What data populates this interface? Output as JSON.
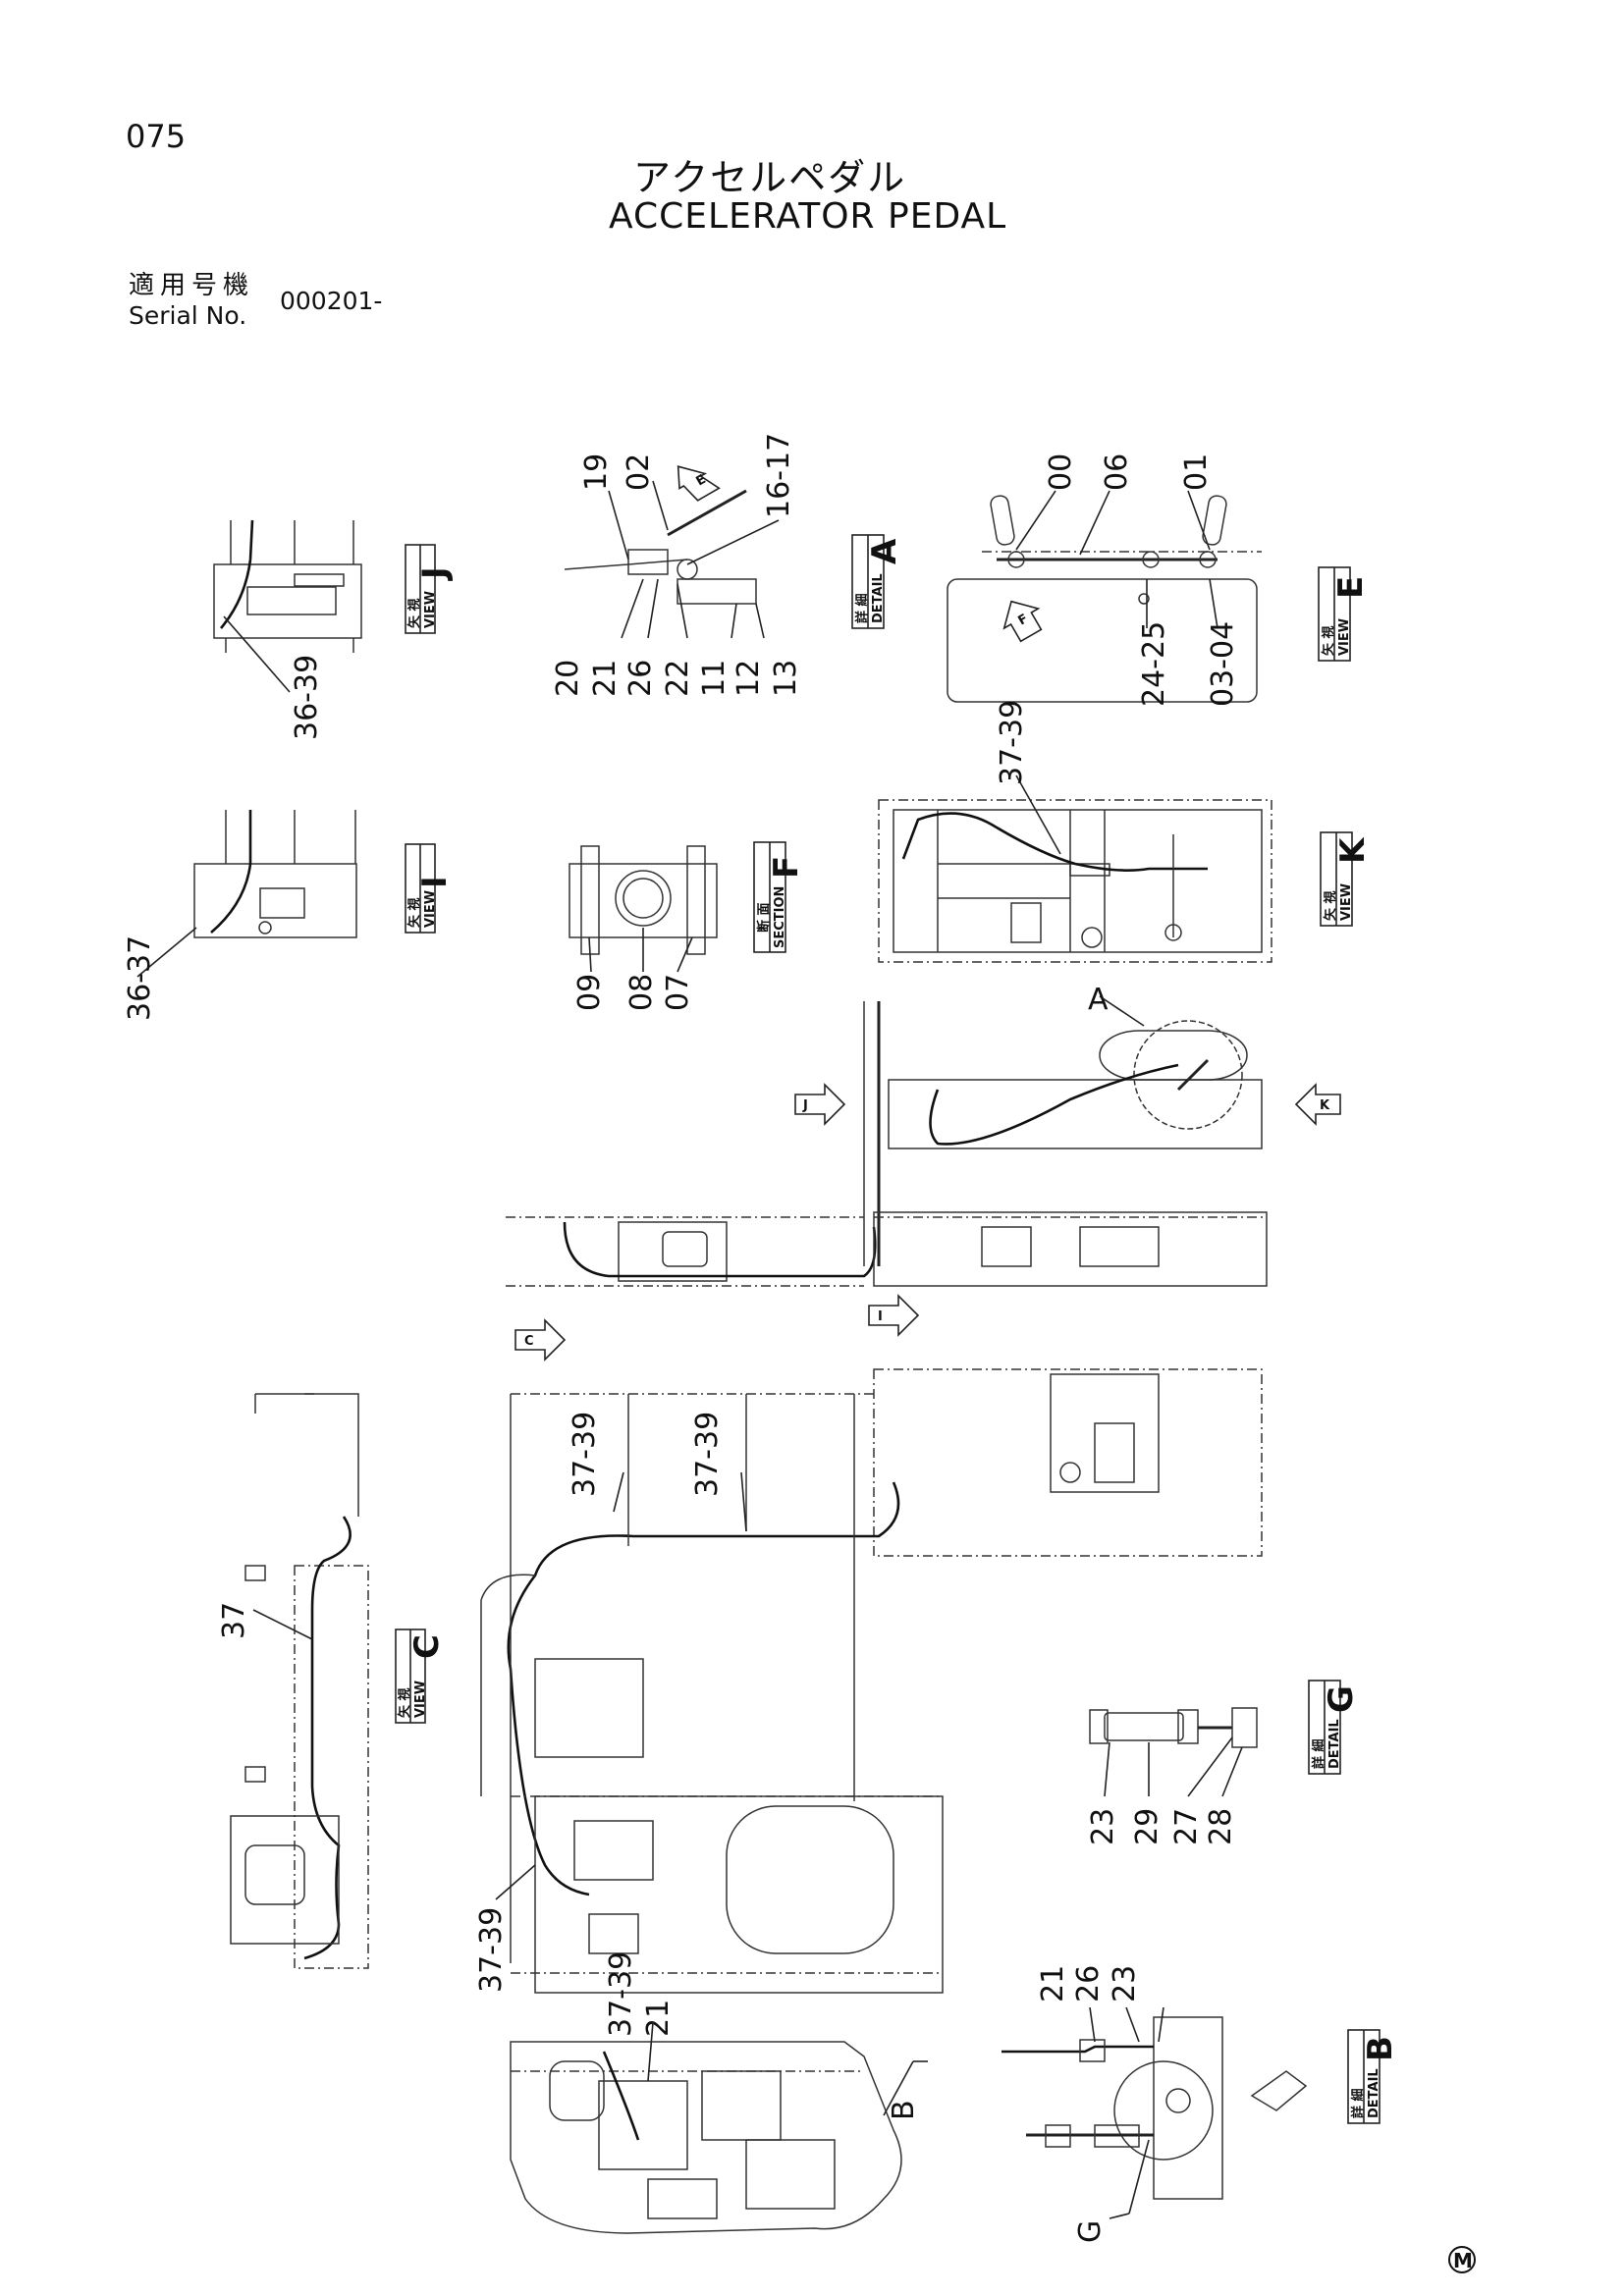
{
  "header": {
    "page_number": "075",
    "title_jp": "アクセルペダル",
    "title_en": "ACCELERATOR PEDAL",
    "serial_label_jp": "適用号機",
    "serial_label_en": "Serial No.",
    "serial_value": "000201-"
  },
  "views": {
    "view_j": {
      "jp": "矢 視",
      "en": "VIEW",
      "letter": "J"
    },
    "view_i": {
      "jp": "矢 視",
      "en": "VIEW",
      "letter": "I"
    },
    "detail_a": {
      "jp": "詳 細",
      "en": "DETAIL",
      "letter": "A"
    },
    "section_f": {
      "jp": "断 面",
      "en": "SECTION",
      "letter": "F"
    },
    "view_e": {
      "jp": "矢 視",
      "en": "VIEW",
      "letter": "E"
    },
    "view_k": {
      "jp": "矢 視",
      "en": "VIEW",
      "letter": "K"
    },
    "view_c": {
      "jp": "矢 視",
      "en": "VIEW",
      "letter": "C"
    },
    "detail_g": {
      "jp": "詳 細",
      "en": "DETAIL",
      "letter": "G"
    },
    "detail_b": {
      "jp": "詳 細",
      "en": "DETAIL",
      "letter": "B"
    }
  },
  "view_arrows": {
    "e": "E",
    "f": "F",
    "j": "J",
    "k": "K",
    "c": "C",
    "i": "I"
  },
  "callouts": {
    "a": "A",
    "b": "B",
    "g": "G"
  },
  "part_numbers": {
    "view_j": [
      "36-39"
    ],
    "view_i": [
      "36-37"
    ],
    "detail_a": [
      "19",
      "02",
      "16-17",
      "20",
      "21",
      "26",
      "22",
      "11",
      "12",
      "13"
    ],
    "section_f": [
      "09",
      "08",
      "07"
    ],
    "view_e": [
      "00",
      "06",
      "01",
      "24-25",
      "03-04"
    ],
    "view_k": [
      "37-39"
    ],
    "view_c": [
      "37"
    ],
    "main": [
      "37-39",
      "37-39",
      "37-39",
      "37-39",
      "21"
    ],
    "detail_g": [
      "23",
      "29",
      "27",
      "28"
    ],
    "detail_b": [
      "21",
      "26",
      "23"
    ]
  },
  "footer": {
    "mark": "M"
  }
}
